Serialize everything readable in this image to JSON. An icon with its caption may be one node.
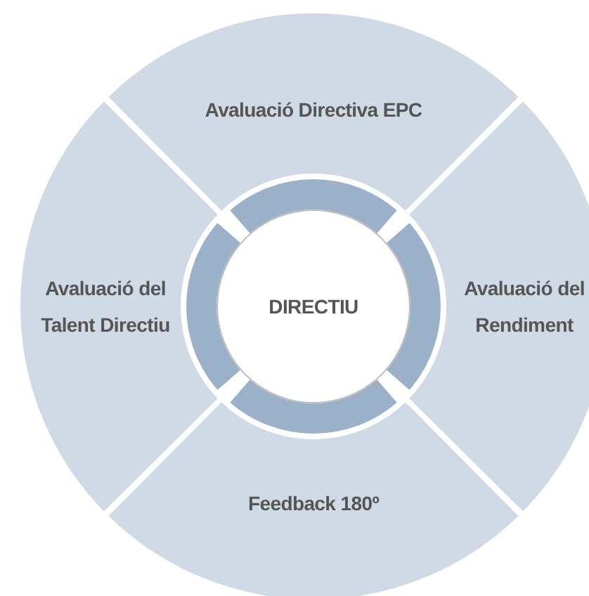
{
  "diagram": {
    "nodes": [
      {
        "text": [
          "Avaluació Directiva EPC"
        ]
      },
      {
        "text": [
          "Avaluació del Talent Directiu"
        ]
      },
      {
        "text": [
          "DIRECTIU"
        ]
      },
      {
        "text": [
          "Avaluació del Rendiment"
        ]
      },
      {
        "text": [
          "Feedback 180º"
        ]
      }
    ]
  }
}
